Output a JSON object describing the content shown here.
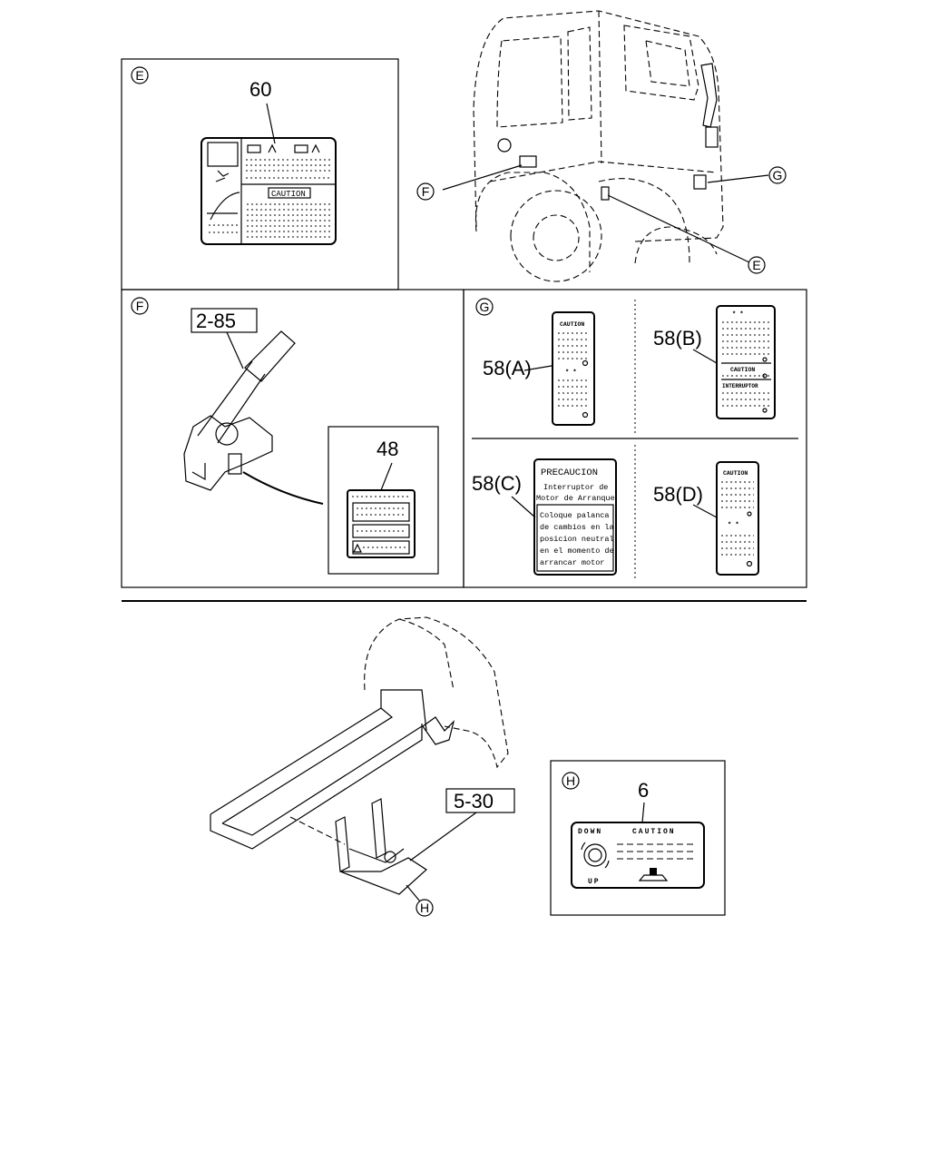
{
  "markers": {
    "E": "E",
    "F": "F",
    "G": "G",
    "H": "H"
  },
  "refs": {
    "r60": "60",
    "r2_85": "2-85",
    "r48": "48",
    "r58a": "58(A)",
    "r58b": "58(B)",
    "r58c": "58(C)",
    "r58d": "58(D)",
    "r5_30": "5-30",
    "r6": "6"
  },
  "labels": {
    "label60_caution": "CAUTION",
    "label58a_caution": "CAUTION",
    "label58b_caution": "CAUTION",
    "label58b_interruptor": "INTERRUPTOR",
    "label58c": {
      "title": "PRECAUCION",
      "line1": "Interruptor de",
      "line2": "Motor de Arranque",
      "body1": "Coloque palanca",
      "body2": "de cambios en la",
      "body3": "posicion neutral",
      "body4": "en el momento de",
      "body5": "arrancar motor"
    },
    "label58d_caution": "CAUTION",
    "label6_down": "DOWN",
    "label6_caution": "CAUTION",
    "label6_up": "UP"
  }
}
